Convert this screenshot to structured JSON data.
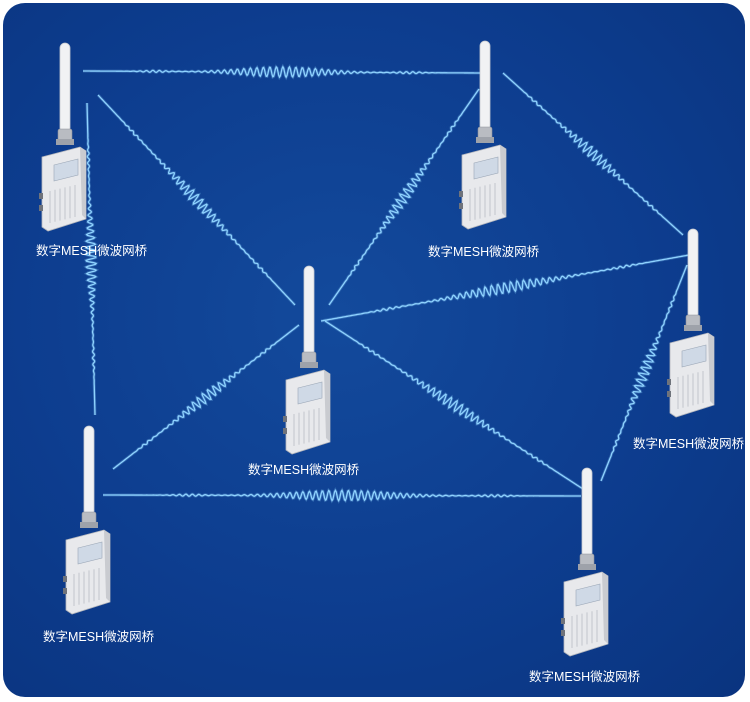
{
  "colors": {
    "background": "#0d3d8f",
    "link": "#8fd3ff",
    "device_body": "#e6e7ea",
    "label": "#ffffff"
  },
  "icons": {
    "device": "mesh-radio-icon",
    "link": "microwave-wave-icon"
  },
  "nodes": [
    {
      "id": "n1",
      "label": "数字MESH微波网桥"
    },
    {
      "id": "n2",
      "label": "数字MESH微波网桥"
    },
    {
      "id": "n3",
      "label": "数字MESH微波网桥"
    },
    {
      "id": "n4",
      "label": "数字MESH微波网桥"
    },
    {
      "id": "n5",
      "label": "数字MESH微波网桥"
    },
    {
      "id": "n6",
      "label": "数字MESH微波网桥"
    }
  ],
  "links": [
    [
      "n1",
      "n2"
    ],
    [
      "n1",
      "n3"
    ],
    [
      "n1",
      "n5"
    ],
    [
      "n2",
      "n3"
    ],
    [
      "n2",
      "n4"
    ],
    [
      "n3",
      "n4"
    ],
    [
      "n3",
      "n5"
    ],
    [
      "n3",
      "n6"
    ],
    [
      "n4",
      "n6"
    ],
    [
      "n5",
      "n6"
    ]
  ]
}
